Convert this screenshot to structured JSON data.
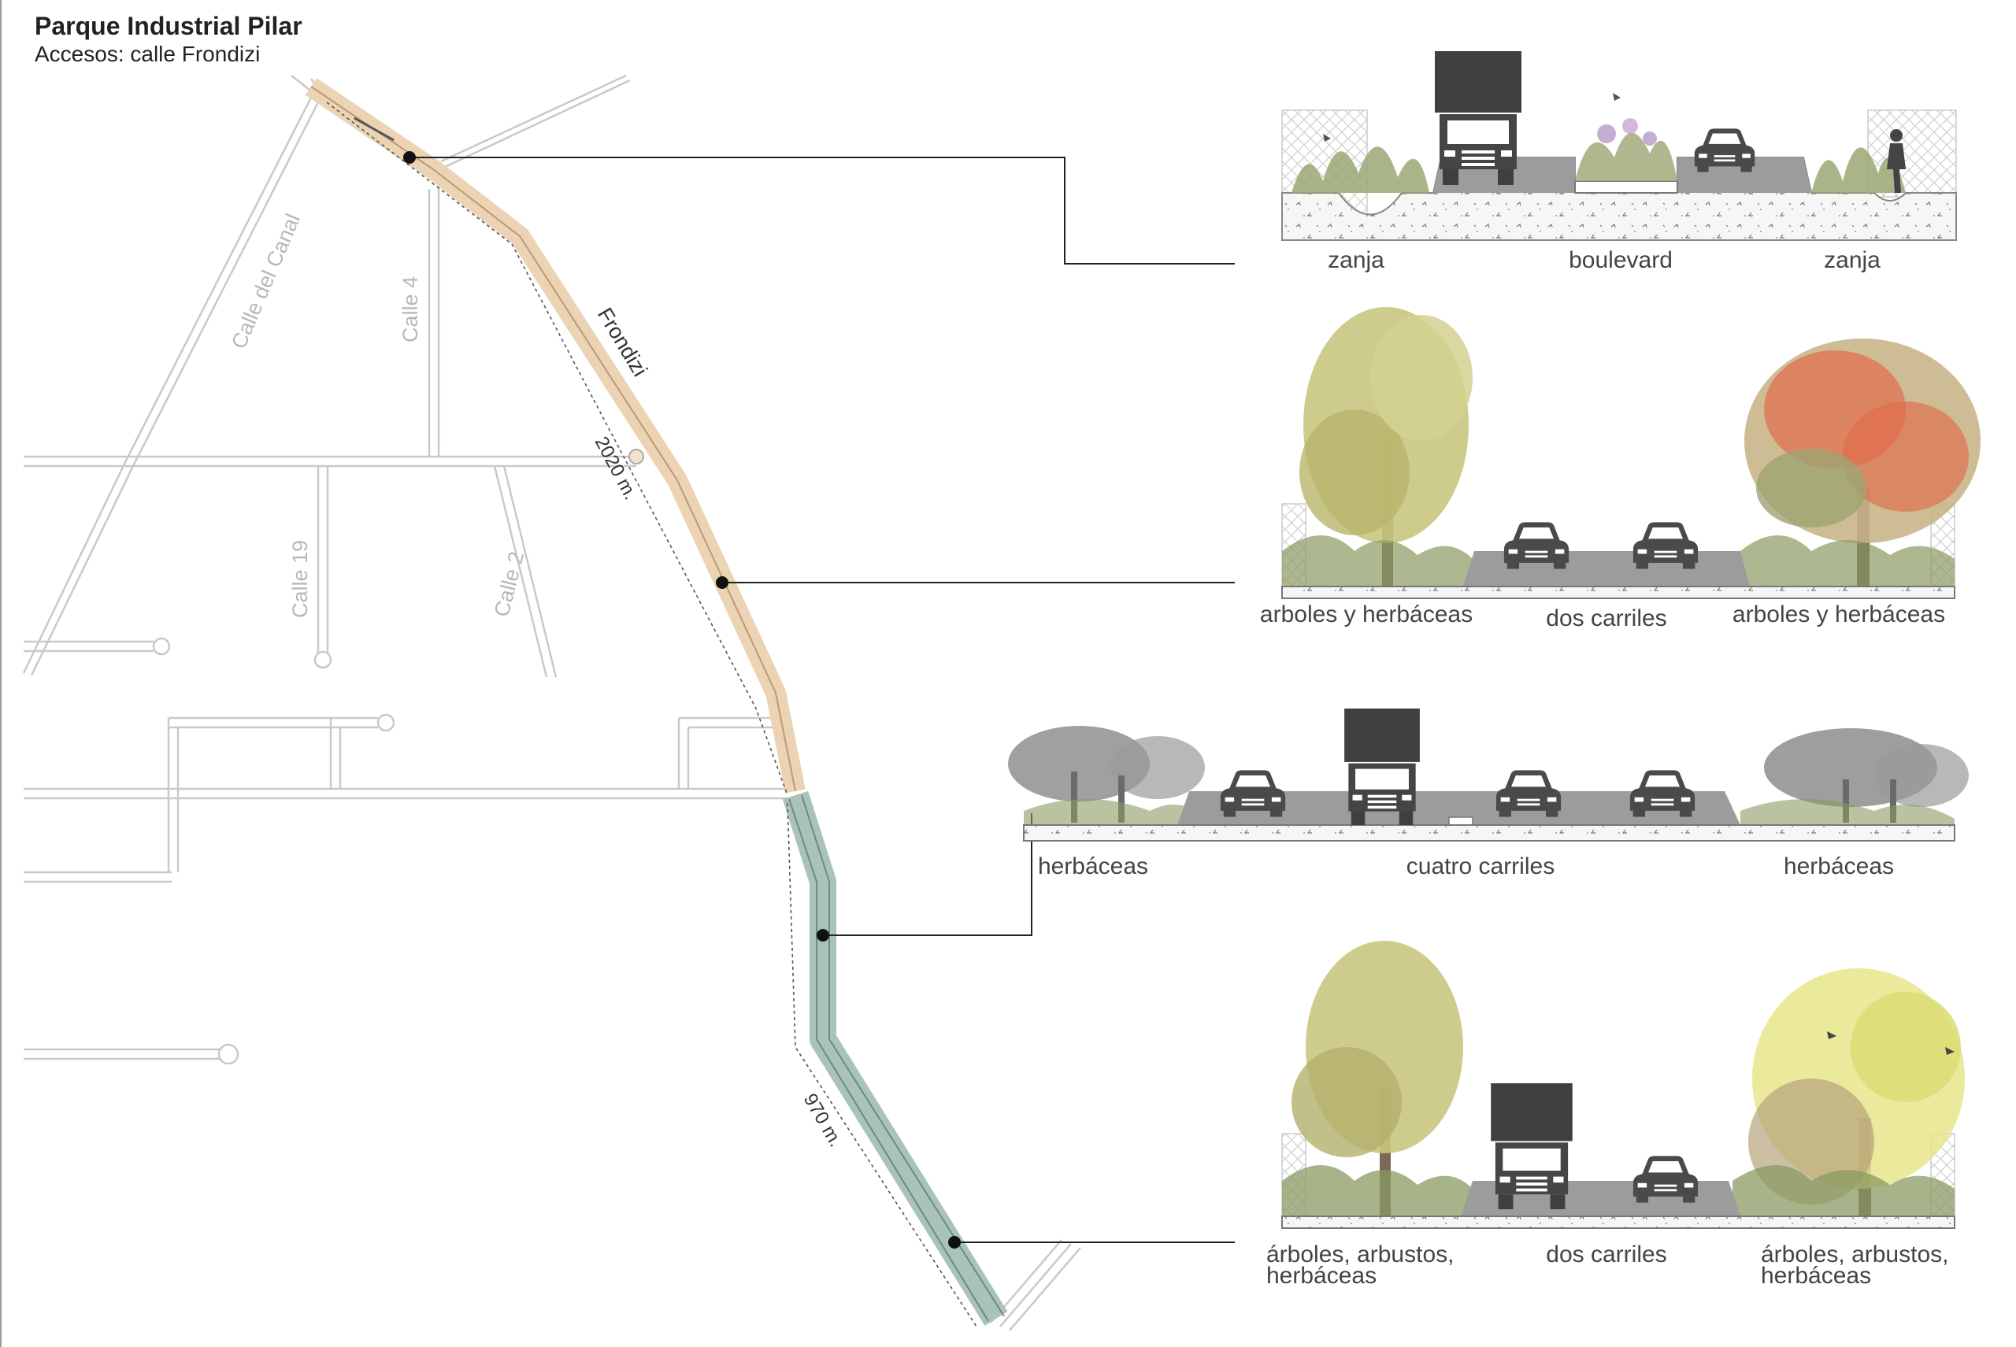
{
  "header": {
    "title": "Parque Industrial Pilar",
    "subtitle": "Accesos: calle Frondizi"
  },
  "map": {
    "streets": {
      "canal": "Calle del Canal",
      "calle4": "Calle 4",
      "calle19": "Calle 19",
      "calle2": "Calle 2",
      "frondizi": "Frondizi"
    },
    "distances": {
      "segment1": "2020 m.",
      "segment2": "970 m."
    },
    "colors": {
      "segment1": "#ecd3b3",
      "segment2": "#a9c3bb",
      "roads": "#c9c9c9"
    }
  },
  "sections": [
    {
      "left": "zanja",
      "center": "boulevard",
      "right": "zanja"
    },
    {
      "left": "arboles y herbáceas",
      "center": "dos carriles",
      "right": "arboles y herbáceas"
    },
    {
      "left": "herbáceas",
      "center": "cuatro carriles",
      "right": "herbáceas"
    },
    {
      "left_line1": "árboles, arbustos,",
      "left_line2": "herbáceas",
      "center": "dos carriles",
      "right_line1": "árboles, arbustos,",
      "right_line2": "herbáceas"
    }
  ]
}
